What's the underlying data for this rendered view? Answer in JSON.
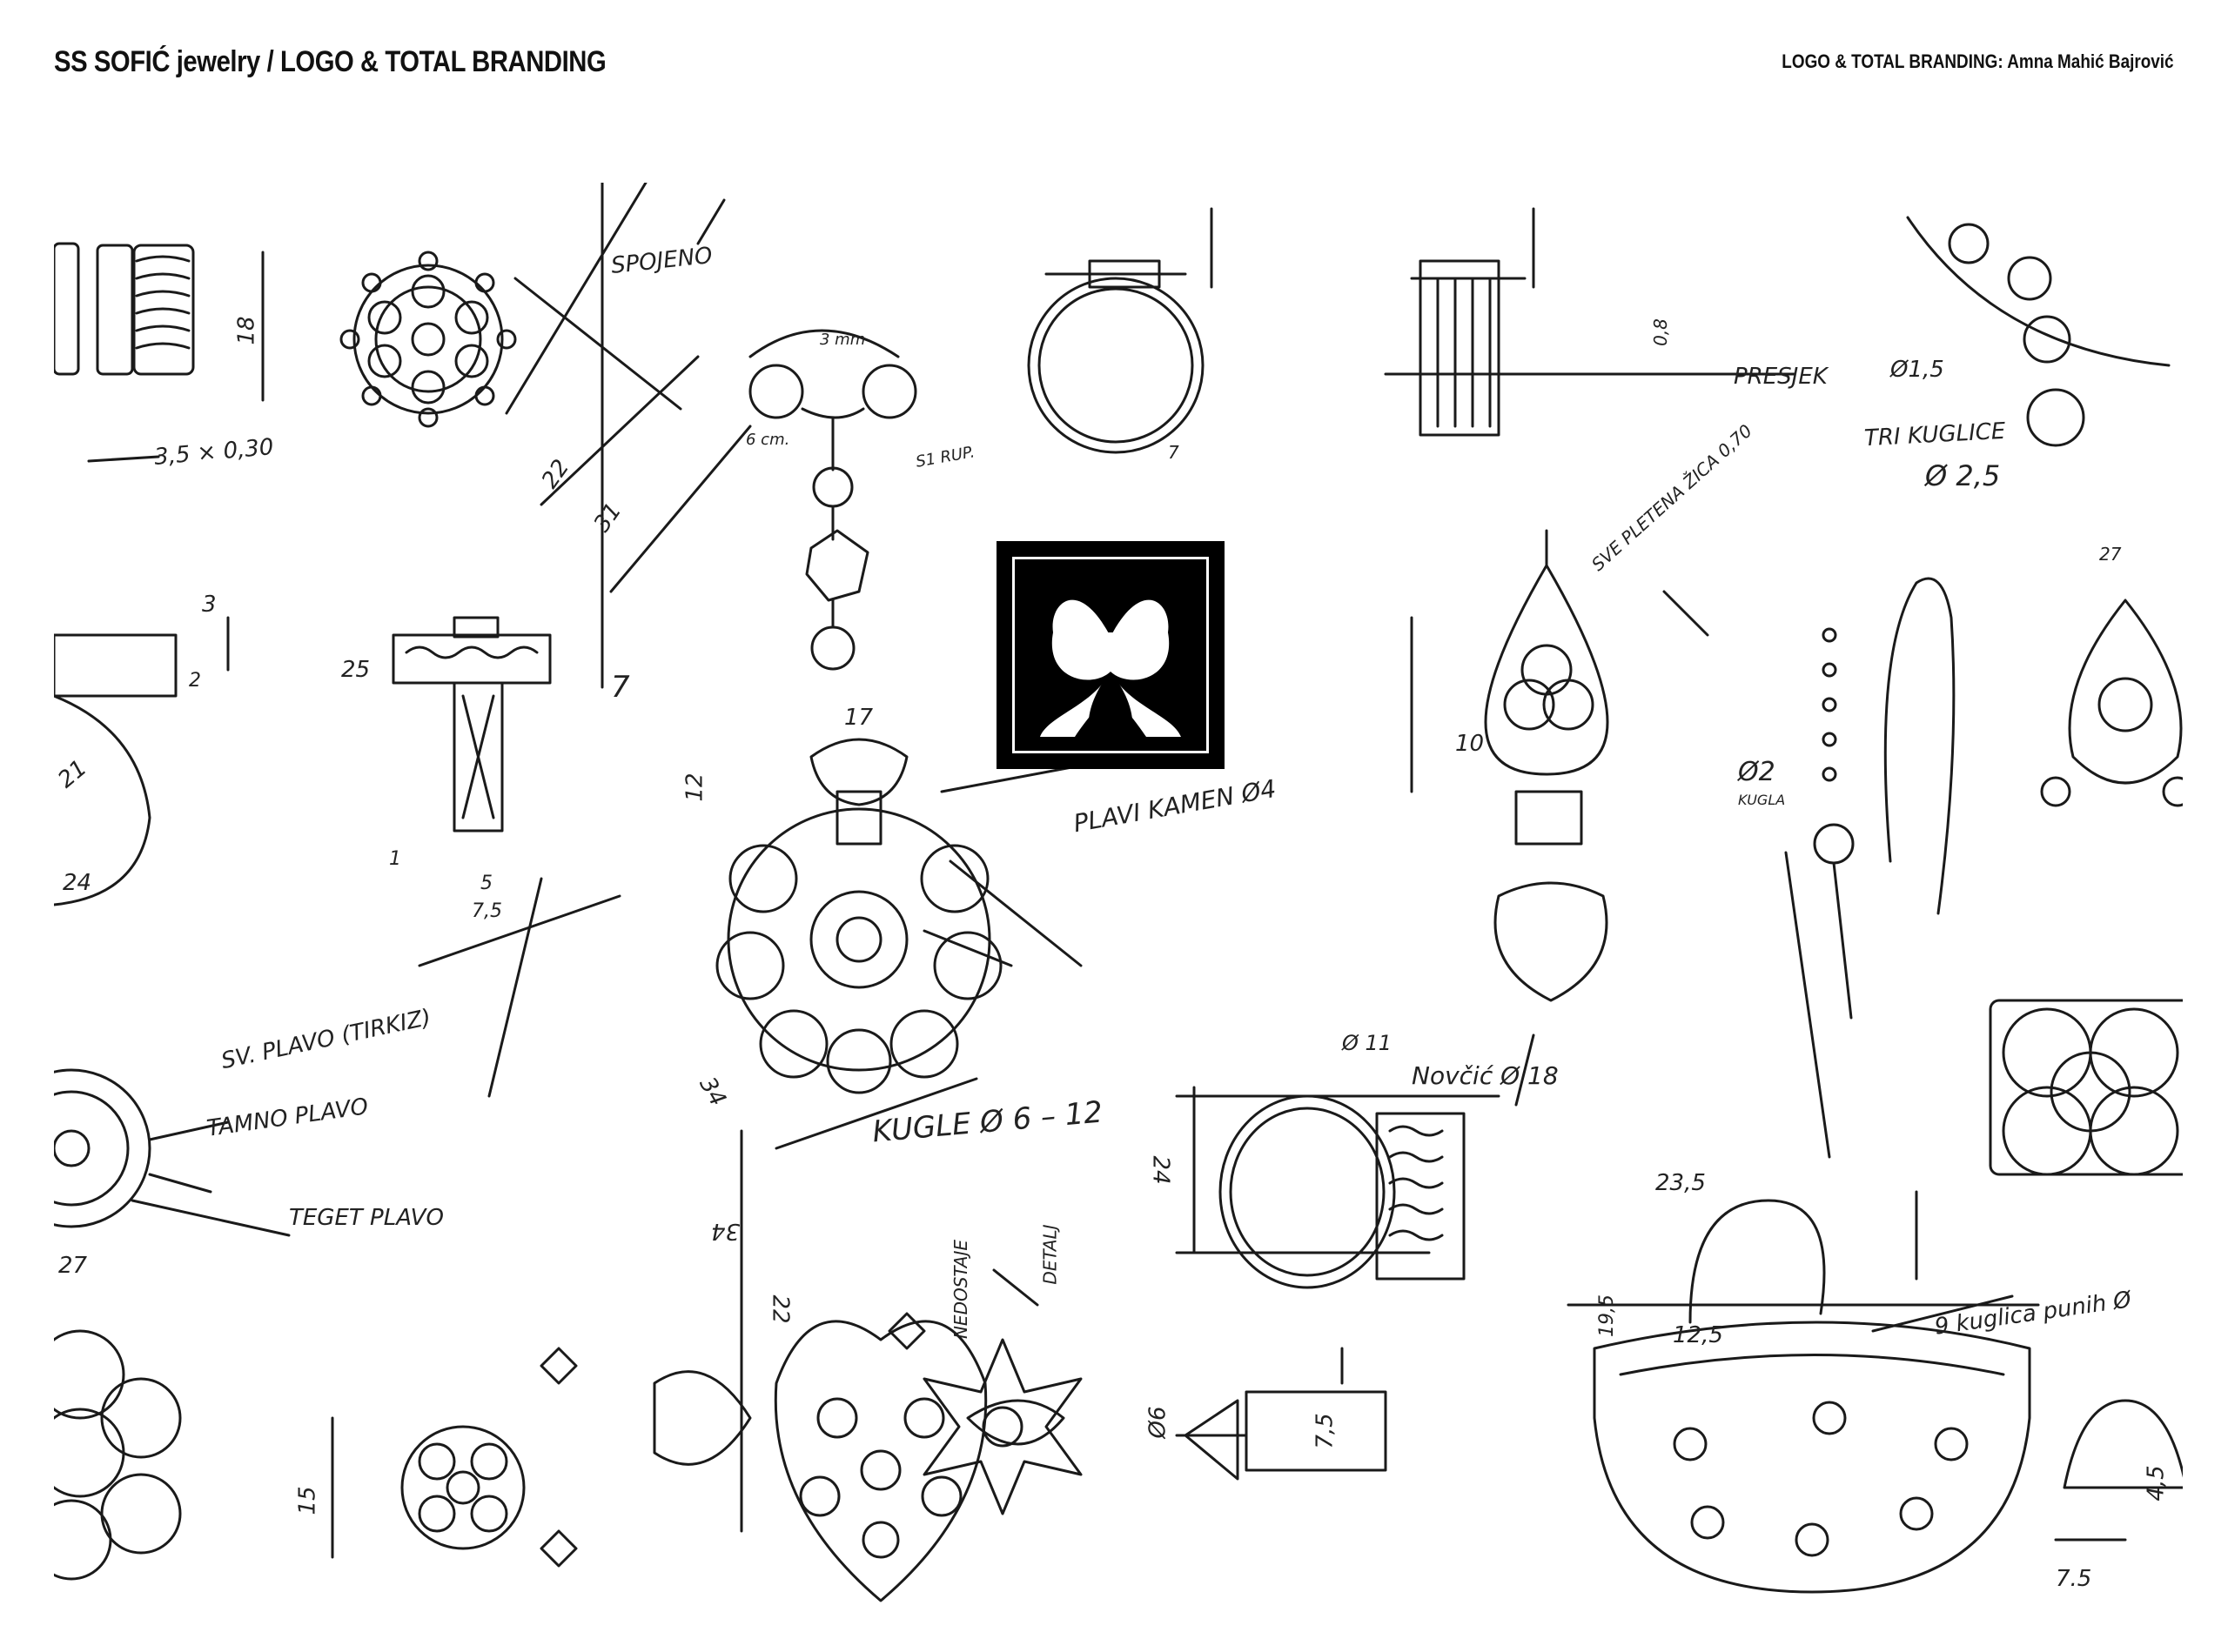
{
  "header": {
    "title": "SS SOFIĆ jewelry / LOGO & TOTAL BRANDING",
    "credit": "LOGO & TOTAL BRANDING: Amna Mahić Bajrović"
  },
  "sketch_notes": {
    "spojeno": "SPOJENO",
    "dim_3_5_x_0_30": "3,5 × 0,30",
    "dim_18": "18",
    "dim_31": "31",
    "dim_22": "22",
    "dim_3mm": "3 mm",
    "dim_6cm": "6 cm.",
    "note_rup": "S1 RUP.",
    "dim_7": "7",
    "dim_0_8": "0,8",
    "presjek": "PRESJEK",
    "dim_d1_5": "Ø1,5",
    "tri_kuglice": "TRI KUGLICE",
    "dim_d2_5": "Ø 2,5",
    "sve_pletena_zica": "SVE PLETENA ŽICA 0,70",
    "dim_3": "3",
    "dim_2": "2",
    "dim_25": "25",
    "dim_21": "21",
    "dim_24": "24",
    "dim_1": "1",
    "dim_5": "5",
    "dim_7_5": "7,5",
    "dim_17": "17",
    "dim_12": "12",
    "plavi_kamen": "PLAVI KAMEN Ø4",
    "dim_10": "10",
    "dim_d2_kugla": "Ø2",
    "kugla": "KUGLA",
    "dim_27": "27",
    "sv_plavo": "SV. PLAVO (TIRKIZ)",
    "tamno_plavo": "TAMNO PLAVO",
    "teget_plavo": "TEGET PLAVO",
    "dim_34": "34",
    "kugle": "KUGLE Ø 6 – 12",
    "dim_d11": "Ø 11",
    "novcic": "Novčić Ø 18",
    "dim_24b": "24",
    "dim_23_5": "23,5",
    "dim_19_5": "19,5",
    "dim_12_5": "12,5",
    "devet_kuglica": "9 kuglica punih Ø",
    "nedostaje": "NEDOSTAJE",
    "detalj": "DETALJ",
    "dim_15": "15",
    "dim_22b": "22",
    "dim_d6": "Ø6",
    "dim_7_5b": "7,5",
    "dim_45": "4,5",
    "dim_7_5c": "7.5",
    "dim_27b": "27",
    "dim_34b": "34"
  },
  "logo": {
    "name": "SS monogram",
    "background": "#000000",
    "foreground": "#ffffff"
  },
  "colors": {
    "ink": "#1a1a1a",
    "paper": "#ffffff",
    "header_text": "#111111"
  }
}
